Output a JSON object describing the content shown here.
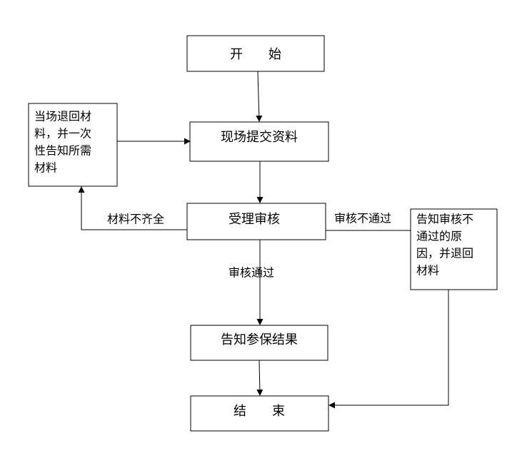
{
  "nodes": {
    "start": "开　　始",
    "submit": "现场提交资料",
    "review": "受理审核",
    "notify_result": "告知参保结果",
    "end": "结　　束",
    "return_left": [
      "当场退回材",
      "料，并一次",
      "性告知所需",
      "材料"
    ],
    "return_right": [
      "告知审核不",
      "通过的原",
      "因，并退回",
      "材料"
    ]
  },
  "edge_labels": {
    "incomplete": "材料不齐全",
    "rejected": "审核不通过",
    "approved": "审核通过"
  },
  "colors": {
    "line": "#000000",
    "box_fill": "#ffffff"
  }
}
